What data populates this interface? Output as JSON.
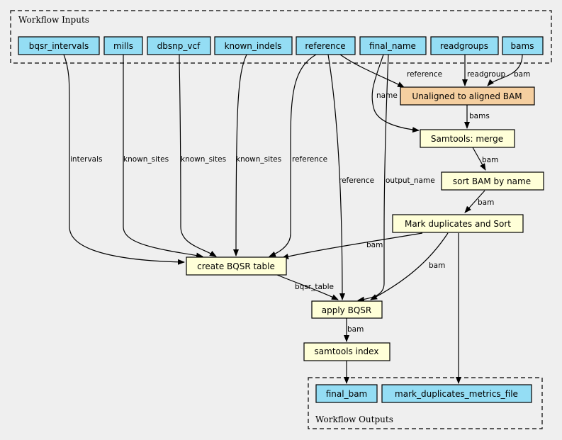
{
  "inputs_cluster": {
    "label": "Workflow Inputs"
  },
  "outputs_cluster": {
    "label": "Workflow Outputs"
  },
  "nodes": {
    "bqsr_intervals": "bqsr_intervals",
    "mills": "mills",
    "dbsnp_vcf": "dbsnp_vcf",
    "known_indels": "known_indels",
    "reference": "reference",
    "final_name": "final_name",
    "readgroups": "readgroups",
    "bams": "bams",
    "unaligned_to_aligned": "Unaligned to aligned BAM",
    "merge": "Samtools: merge",
    "sort_by_name": "sort BAM by name",
    "mark_dup": "Mark duplicates and Sort",
    "create_bqsr": "create BQSR table",
    "apply_bqsr": "apply BQSR",
    "index": "samtools index",
    "final_bam": "final_bam",
    "metrics_file": "mark_duplicates_metrics_file"
  },
  "edges": {
    "ref_to_align": "reference",
    "readgroups_to_align": "readgroup",
    "bams_to_align": "bam",
    "name_to_merge": "name",
    "align_to_merge": "bams",
    "merge_to_sort": "bam",
    "sort_to_markdup": "bam",
    "intervals": "intervals",
    "mills_known": "known_sites",
    "dbsnp_known": "known_sites",
    "indels_known": "known_sites",
    "ref_to_create": "reference",
    "ref_to_apply": "reference",
    "output_name": "output_name",
    "markdup_to_create": "bam",
    "markdup_to_apply": "bam",
    "bqsr_table": "bqsr_table",
    "apply_to_index": "bam"
  }
}
